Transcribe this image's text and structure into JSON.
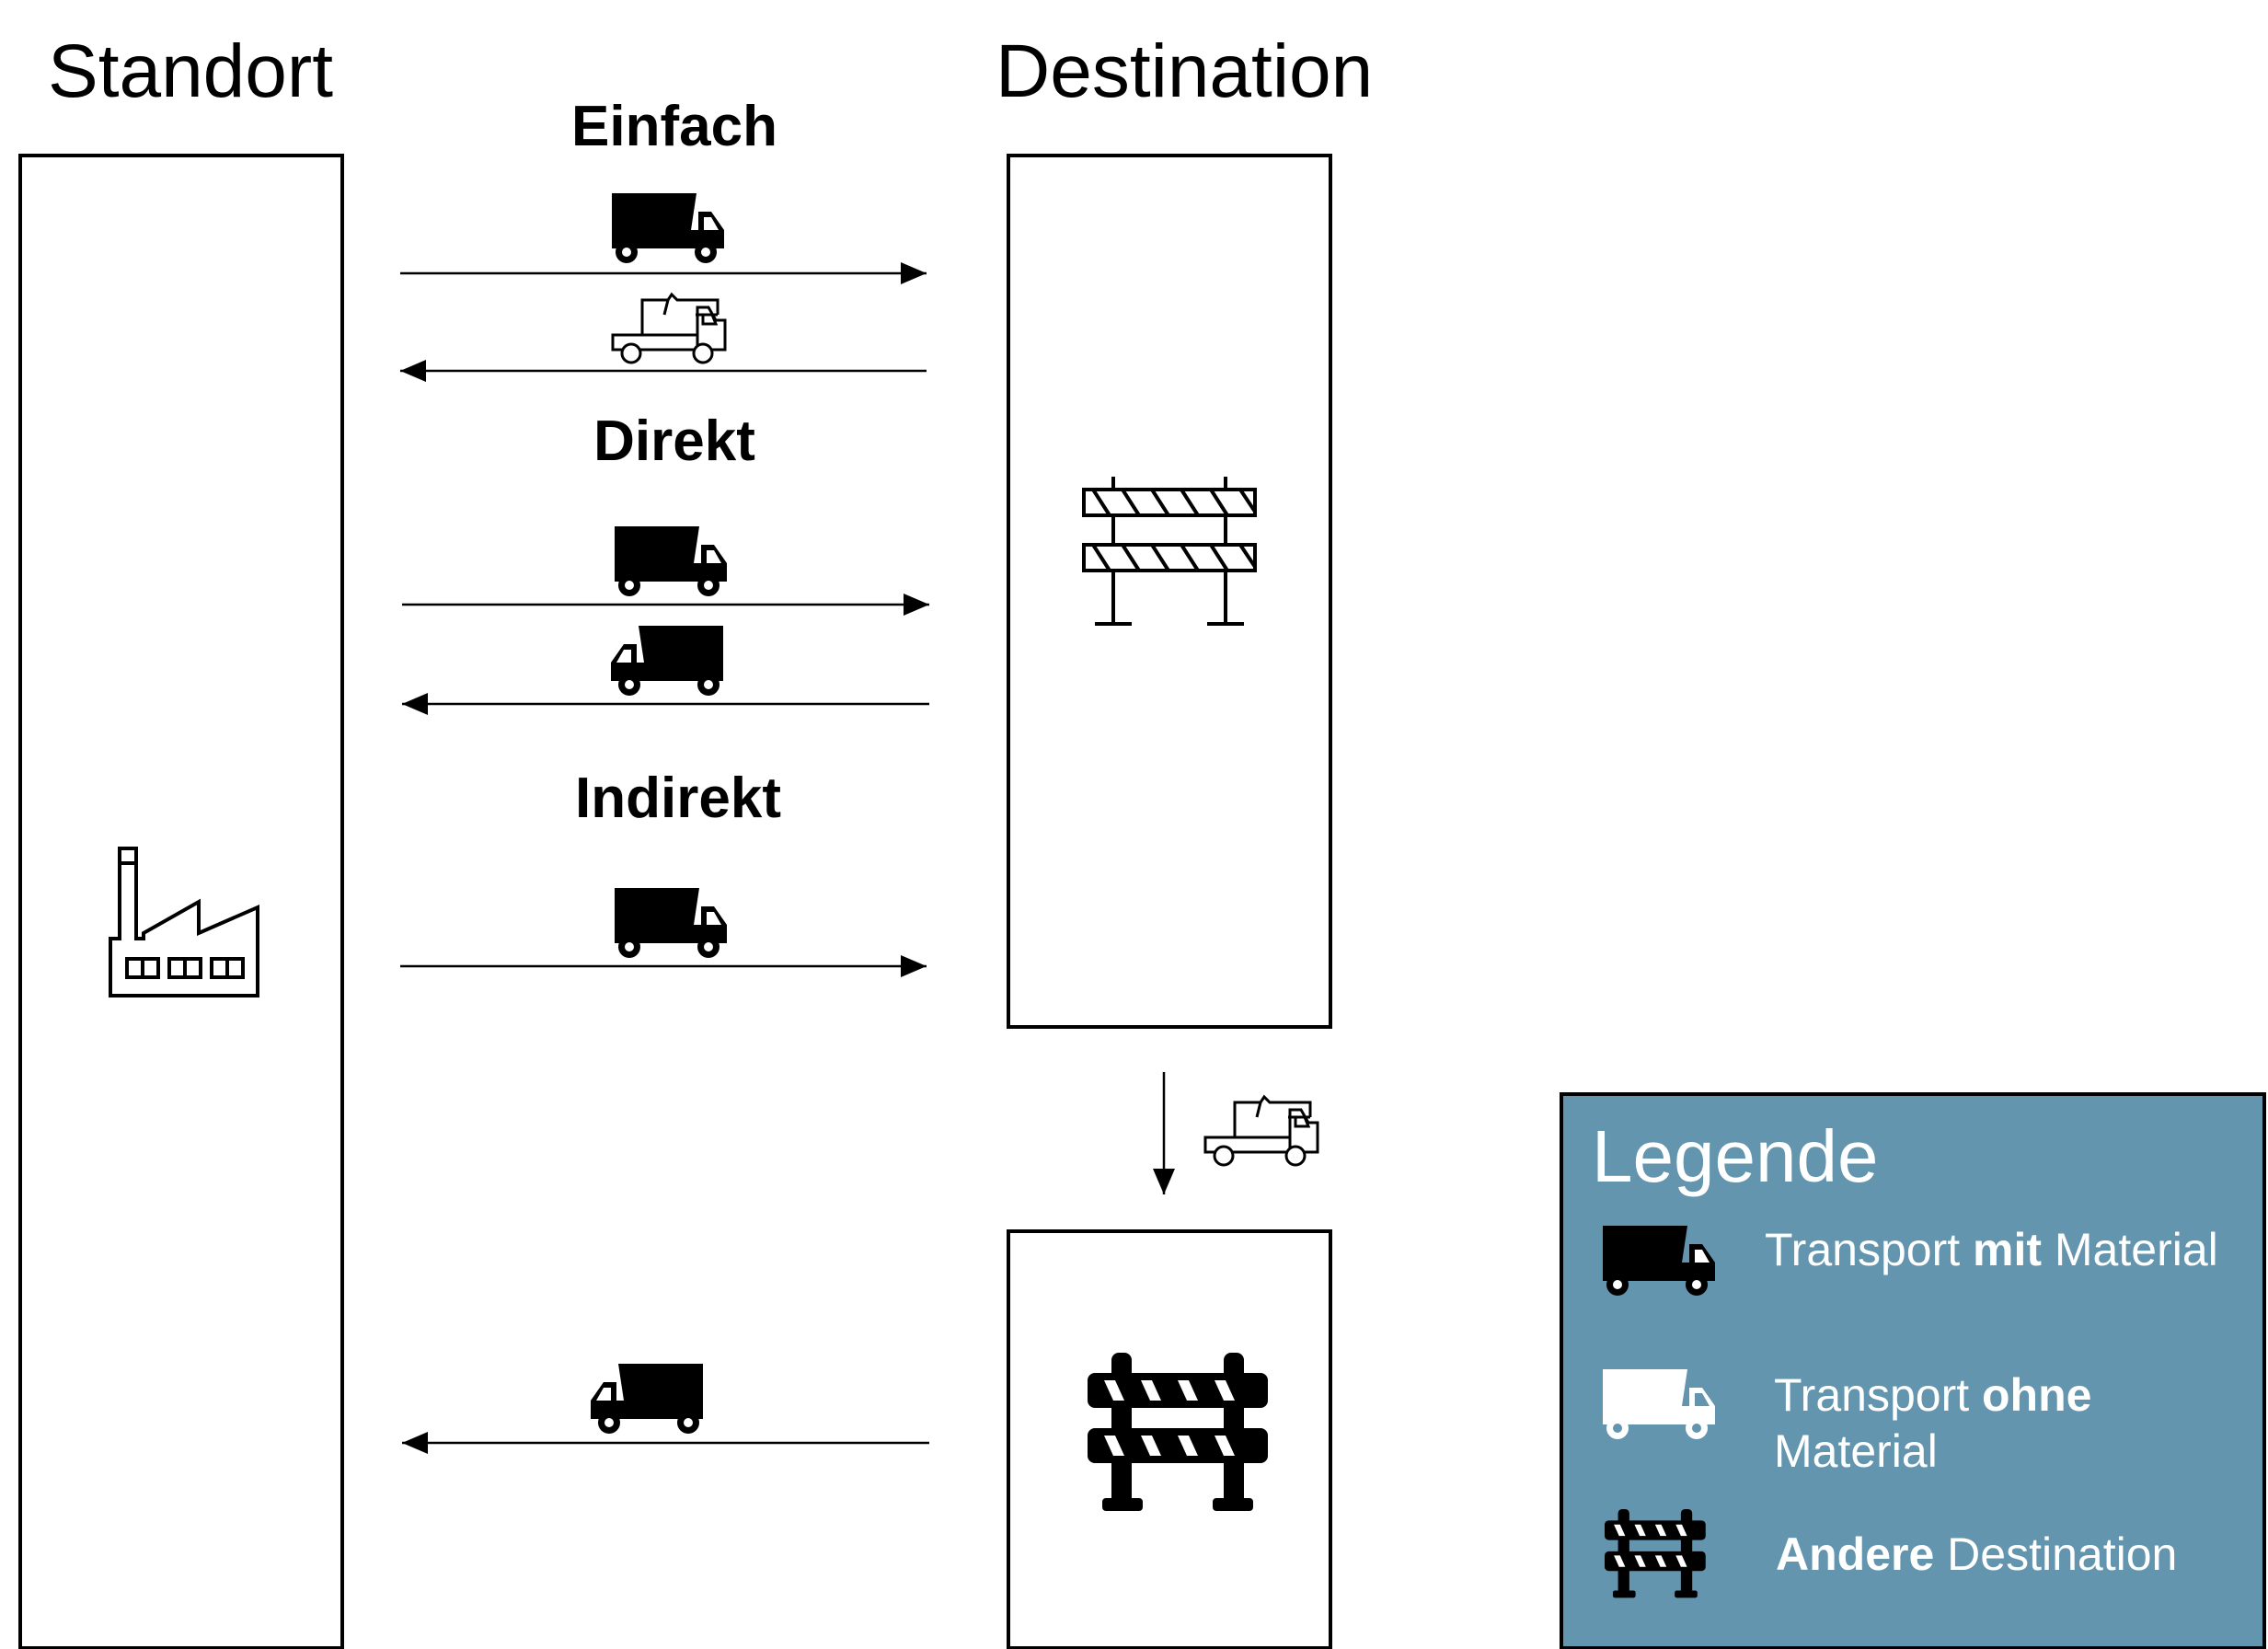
{
  "headings": {
    "source": "Standort",
    "destination": "Destination"
  },
  "sections": {
    "simple": "Einfach",
    "direct": "Direkt",
    "indirect": "Indirekt"
  },
  "legend": {
    "title": "Legende",
    "loaded": {
      "pre": "Transport ",
      "bold": "mit",
      "post": " Material"
    },
    "empty": {
      "line1_pre": "Transport ",
      "line1_bold": "ohne",
      "line2": "Material"
    },
    "other": {
      "bold": "Andere",
      "post": " Destination"
    }
  },
  "colors": {
    "legend_bg": "#6395ae",
    "stroke": "#000000",
    "legend_text": "#ffffff"
  },
  "icons": [
    "dump-truck-loaded",
    "dump-truck-empty",
    "factory",
    "barrier-outline",
    "barrier-filled"
  ]
}
